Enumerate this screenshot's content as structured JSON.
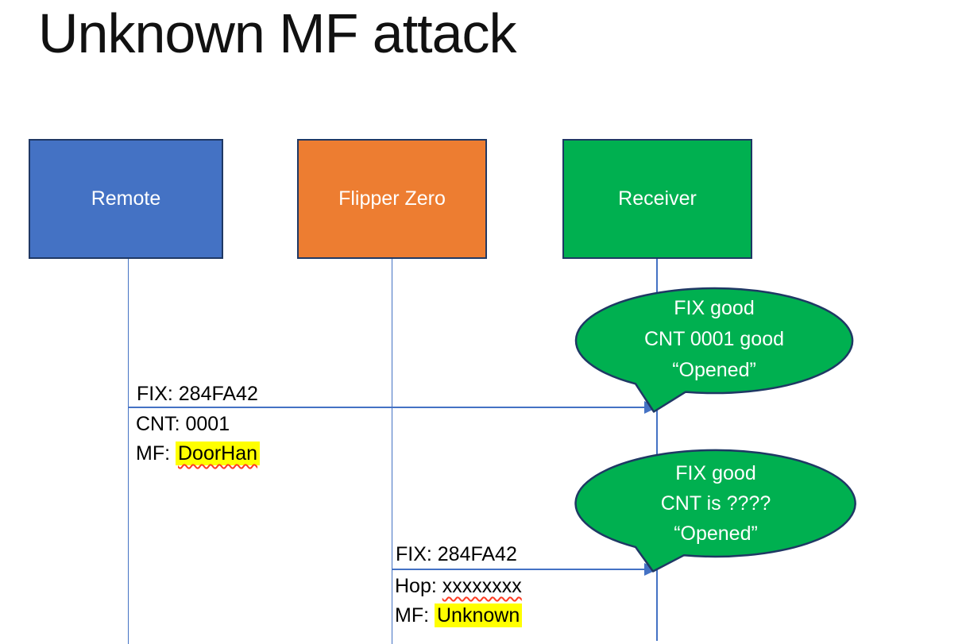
{
  "slide": {
    "title": "Unknown MF attack",
    "background": "#FFFFFF"
  },
  "colors": {
    "remote_fill": "#4472C4",
    "flipper_fill": "#ED7D31",
    "receiver_fill": "#00B050",
    "callout_fill": "#00B050",
    "shape_border": "#1F3864",
    "connector_blue": "#4472C4",
    "highlight_yellow": "#FFFF00",
    "squiggle_red": "#FF3B21",
    "label_text": "#000000",
    "shape_text": "#FFFFFF"
  },
  "actors": [
    {
      "label": "Remote"
    },
    {
      "label": "Flipper Zero"
    },
    {
      "label": "Receiver"
    }
  ],
  "messages": [
    {
      "from": "Remote",
      "to": "Receiver",
      "label_above": "FIX: 284FA42",
      "rows_below": [
        {
          "prefix": "CNT: ",
          "value": "0001",
          "highlight": false,
          "squiggle": false
        },
        {
          "prefix": "MF: ",
          "value": "DoorHan",
          "highlight": true,
          "squiggle": true
        }
      ]
    },
    {
      "from": "Flipper Zero",
      "to": "Receiver",
      "label_above": "FIX: 284FA42",
      "rows_below": [
        {
          "prefix": "Hop: ",
          "value": "xxxxxxxx",
          "highlight": false,
          "squiggle": true
        },
        {
          "prefix": "MF: ",
          "value": "Unknown",
          "highlight": true,
          "squiggle": false
        }
      ]
    }
  ],
  "callouts": [
    {
      "target": "Receiver",
      "lines": [
        "FIX good",
        "CNT 0001 good",
        "“Opened”"
      ]
    },
    {
      "target": "Receiver",
      "lines": [
        "FIX good",
        "CNT is ????",
        "“Opened”"
      ]
    }
  ]
}
